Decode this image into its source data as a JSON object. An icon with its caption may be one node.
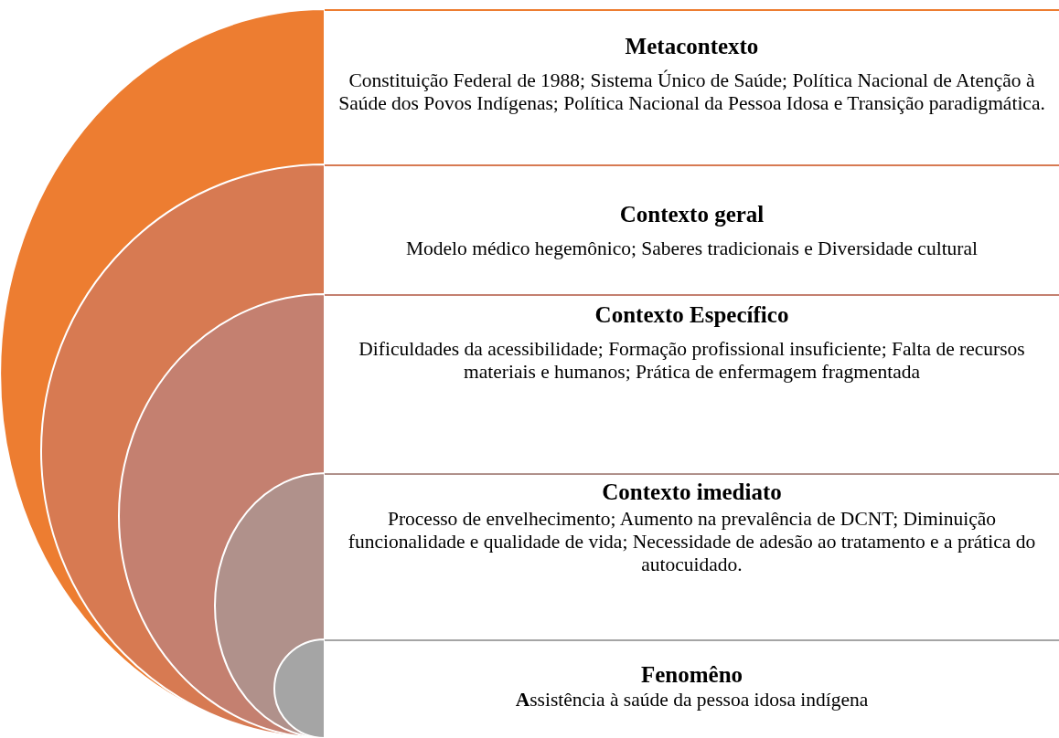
{
  "diagram": {
    "nodes": [
      {
        "text": [
          "Metacontexto",
          "Constituição Federal de 1988; Sistema Único de Saúde; Política Nacional de Atenção à Saúde dos Povos Indígenas; Política Nacional da Pessoa Idosa e Transição paradigmática."
        ]
      },
      {
        "text": [
          "Contexto geral",
          "Modelo médico hegemônico; Saberes tradicionais e Diversidade cultural"
        ]
      },
      {
        "text": [
          "Contexto Específico",
          "Dificuldades da acessibilidade; Formação profissional insuficiente;  Falta de recursos materiais e humanos; Prática de enfermagem fragmentada"
        ]
      },
      {
        "text": [
          "Contexto imediato",
          "Processo de envelhecimento; Aumento na prevalência de DCNT; Diminuição funcionalidade e qualidade de vida; Necessidade de adesão ao tratamento e a prática do autocuidado."
        ]
      },
      {
        "text": [
          "Fenomêno",
          "**A**ssistência à saúde da pessoa idosa indígena"
        ]
      }
    ]
  }
}
